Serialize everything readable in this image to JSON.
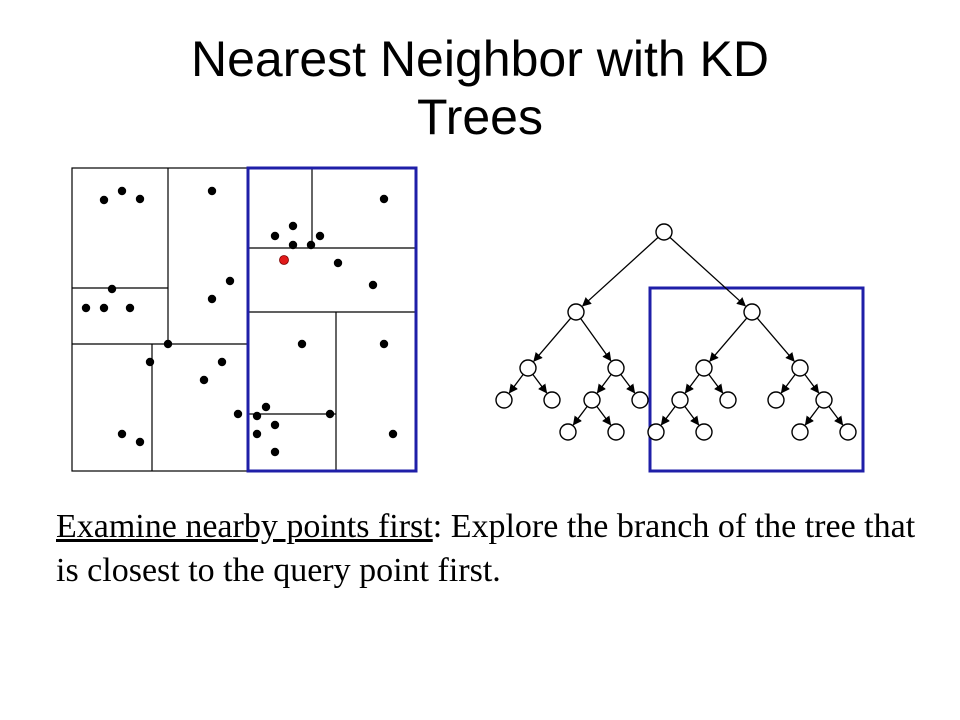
{
  "title": {
    "line1": "Nearest Neighbor with KD",
    "line2": "Trees"
  },
  "caption": {
    "emphasis": "Examine nearby points first",
    "rest": ": Explore the branch of the tree that is closest to the query point first."
  },
  "colors": {
    "highlight_box": "#1f1fa8",
    "query_point": "#e11a1a",
    "points": "#000000",
    "lines": "#000000"
  },
  "partition": {
    "point_count": 40,
    "query_point": "red dot in highlighted region"
  },
  "tree": {
    "levels": 5,
    "highlighted_subtree": "right subtree of root"
  }
}
